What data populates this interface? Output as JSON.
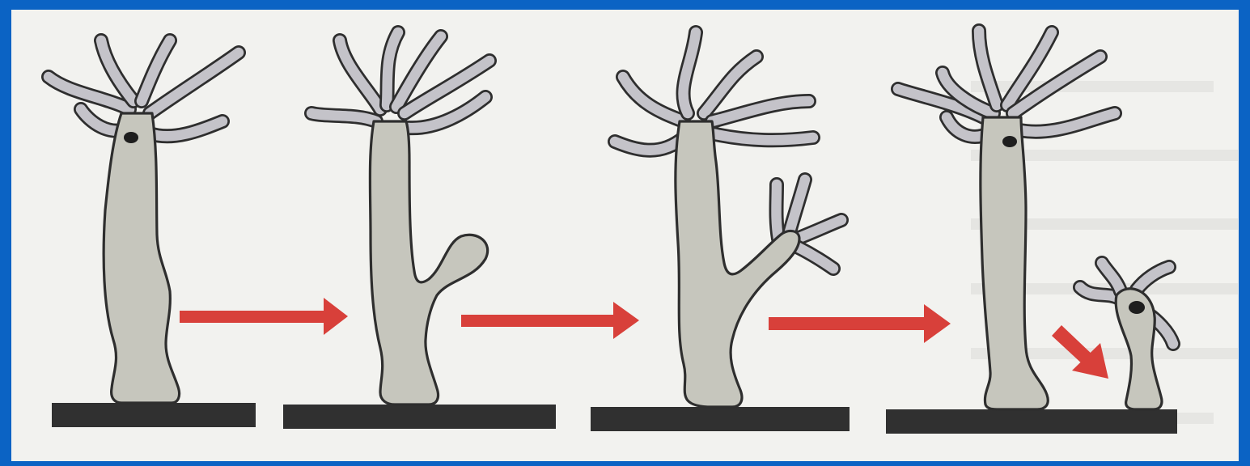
{
  "figure": {
    "subject": "hydra budding",
    "stages": [
      "stage-1",
      "stage-2",
      "stage-3",
      "stage-4"
    ],
    "transitions": 4
  },
  "colors": {
    "background": "#0b63c4",
    "paper": "#f2f2ef",
    "body": "#c6c6bd",
    "outline": "#2e2e2e",
    "arrow": "#d8403a",
    "ground": "#303030"
  }
}
